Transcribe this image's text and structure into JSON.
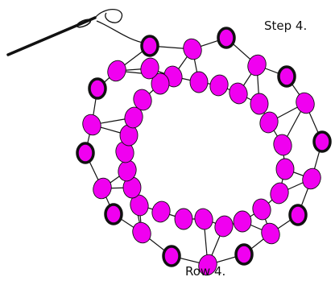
{
  "labels": {
    "step": "Step 4.",
    "row": "Row 4."
  },
  "colors": {
    "bead_fill": "#f000f0",
    "bead_outline": "#111111",
    "thread": "#111111",
    "background": "#ffffff"
  },
  "diagram": {
    "outer_dark_beads": 10,
    "inner_ring_beads": 24
  }
}
